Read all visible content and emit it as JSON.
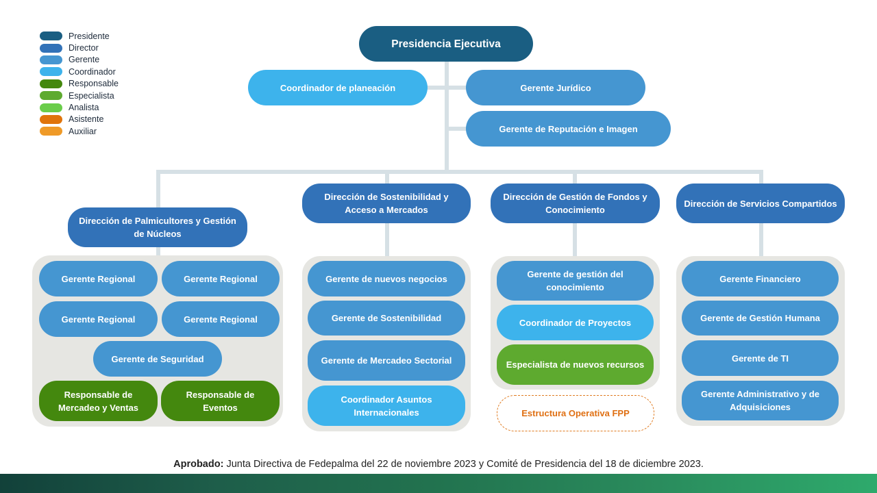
{
  "legend": [
    {
      "label": "Presidente",
      "color": "#1a5e82"
    },
    {
      "label": "Director",
      "color": "#3272b8"
    },
    {
      "label": "Gerente",
      "color": "#4596d1"
    },
    {
      "label": "Coordinador",
      "color": "#3db3ec"
    },
    {
      "label": "Responsable",
      "color": "#44880e"
    },
    {
      "label": "Especialista",
      "color": "#5eaa2f"
    },
    {
      "label": "Analista",
      "color": "#6acd4a"
    },
    {
      "label": "Asistente",
      "color": "#e0740b"
    },
    {
      "label": "Auxiliar",
      "color": "#ef9a28"
    }
  ],
  "top": {
    "presidencia": "Presidencia Ejecutiva",
    "coordinador_planeacion": "Coordinador de planeación",
    "gerente_juridico": "Gerente Jurídico",
    "gerente_reputacion": "Gerente de Reputación e Imagen"
  },
  "directions": [
    {
      "title": "Dirección de Palmicultores y Gestión de Núcleos",
      "members": [
        "Gerente Regional",
        "Gerente Regional",
        "Gerente Regional",
        "Gerente Regional",
        "Gerente de Seguridad",
        "Responsable de Mercadeo y Ventas",
        "Responsable de Eventos"
      ]
    },
    {
      "title": "Dirección de Sostenibilidad y Acceso a Mercados",
      "members": [
        "Gerente de nuevos negocios",
        "Gerente de Sostenibilidad",
        "Gerente de Mercadeo Sectorial",
        "Coordinador Asuntos Internacionales"
      ]
    },
    {
      "title": "Dirección de Gestión de Fondos y Conocimiento",
      "members": [
        "Gerente de gestión del conocimiento",
        "Coordinador de Proyectos",
        "Especialista de nuevos recursos"
      ],
      "extra": "Estructura Operativa FPP"
    },
    {
      "title": "Dirección de Servicios Compartidos",
      "members": [
        "Gerente Financiero",
        "Gerente de Gestión Humana",
        "Gerente de TI",
        "Gerente Administrativo y de Adquisiciones"
      ]
    }
  ],
  "footer": {
    "label": "Aprobado:",
    "text": " Junta Directiva de Fedepalma del 22 de noviembre 2023 y Comité de Presidencia del 18 de diciembre 2023."
  }
}
